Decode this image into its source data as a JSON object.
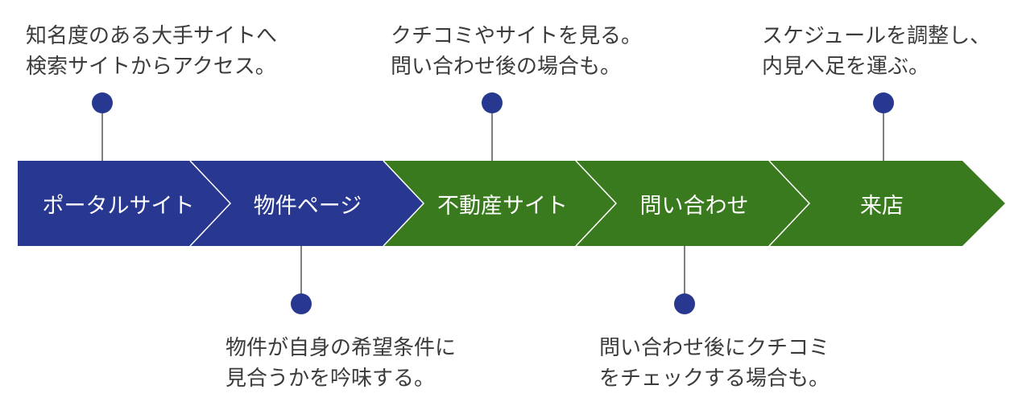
{
  "colors": {
    "blue": "#283891",
    "green": "#3a7a1e",
    "divider": "#ffffff",
    "connector": "#555555",
    "dot": "#283891"
  },
  "steps": [
    {
      "label": "ポータルサイト",
      "color": "blue"
    },
    {
      "label": "物件ページ",
      "color": "blue"
    },
    {
      "label": "不動産サイト",
      "color": "green"
    },
    {
      "label": "問い合わせ",
      "color": "green"
    },
    {
      "label": "来店",
      "color": "green"
    }
  ],
  "notes_top": [
    {
      "lines": [
        "知名度のある大手サイトへ",
        "検索サイトからアクセス。"
      ]
    },
    {
      "lines": [
        "クチコミやサイトを見る。",
        "問い合わせ後の場合も。"
      ]
    },
    {
      "lines": [
        "スケジュールを調整し、",
        "内見へ足を運ぶ。"
      ]
    }
  ],
  "notes_bottom": [
    {
      "lines": [
        "物件が自身の希望条件に",
        "見合うかを吟味する。"
      ]
    },
    {
      "lines": [
        "問い合わせ後にクチコミ",
        "をチェックする場合も。"
      ]
    }
  ]
}
